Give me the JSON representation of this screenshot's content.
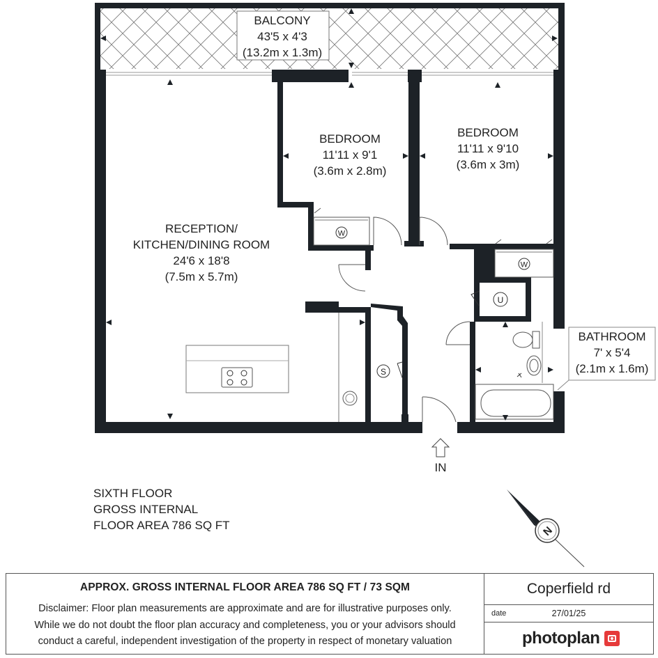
{
  "rooms": {
    "balcony": {
      "name": "BALCONY",
      "dims_imperial": "43'5 x 4'3",
      "dims_metric": "(13.2m x 1.3m)"
    },
    "bedroom1": {
      "name": "BEDROOM",
      "dims_imperial": "11'11 x 9'1",
      "dims_metric": "(3.6m x 2.8m)"
    },
    "bedroom2": {
      "name": "BEDROOM",
      "dims_imperial": "11'11 x 9'10",
      "dims_metric": "(3.6m x 3m)"
    },
    "reception": {
      "name_line1": "RECEPTION/",
      "name_line2": "KITCHEN/DINING ROOM",
      "dims_imperial": "24'6 x 18'8",
      "dims_metric": "(7.5m x 5.7m)"
    },
    "bathroom": {
      "name": "BATHROOM",
      "dims_imperial": "7' x 5'4",
      "dims_metric": "(2.1m x 1.6m)"
    }
  },
  "symbols": {
    "wardrobe": "W",
    "utility": "U",
    "storage": "S"
  },
  "entrance_label": "IN",
  "compass_letter": "N",
  "floor_info": {
    "line1": "SIXTH FLOOR",
    "line2": "GROSS INTERNAL",
    "line3": "FLOOR AREA 786 SQ FT"
  },
  "footer": {
    "headline": "APPROX. GROSS INTERNAL FLOOR AREA 786 SQ FT / 73 SQM",
    "disclaimer_line1": "Disclaimer: Floor plan measurements are approximate and are for illustrative purposes only.",
    "disclaimer_line2": "While we do not doubt the floor plan accuracy and completeness, you or your advisors should",
    "disclaimer_line3": "conduct a careful, independent investigation of the property in respect of monetary valuation",
    "address": "Coperfield rd",
    "date_label": "date",
    "date_value": "27/01/25",
    "brand": "photoplan"
  },
  "colors": {
    "wall": "#1d2227",
    "brand": "#e63a3a"
  }
}
